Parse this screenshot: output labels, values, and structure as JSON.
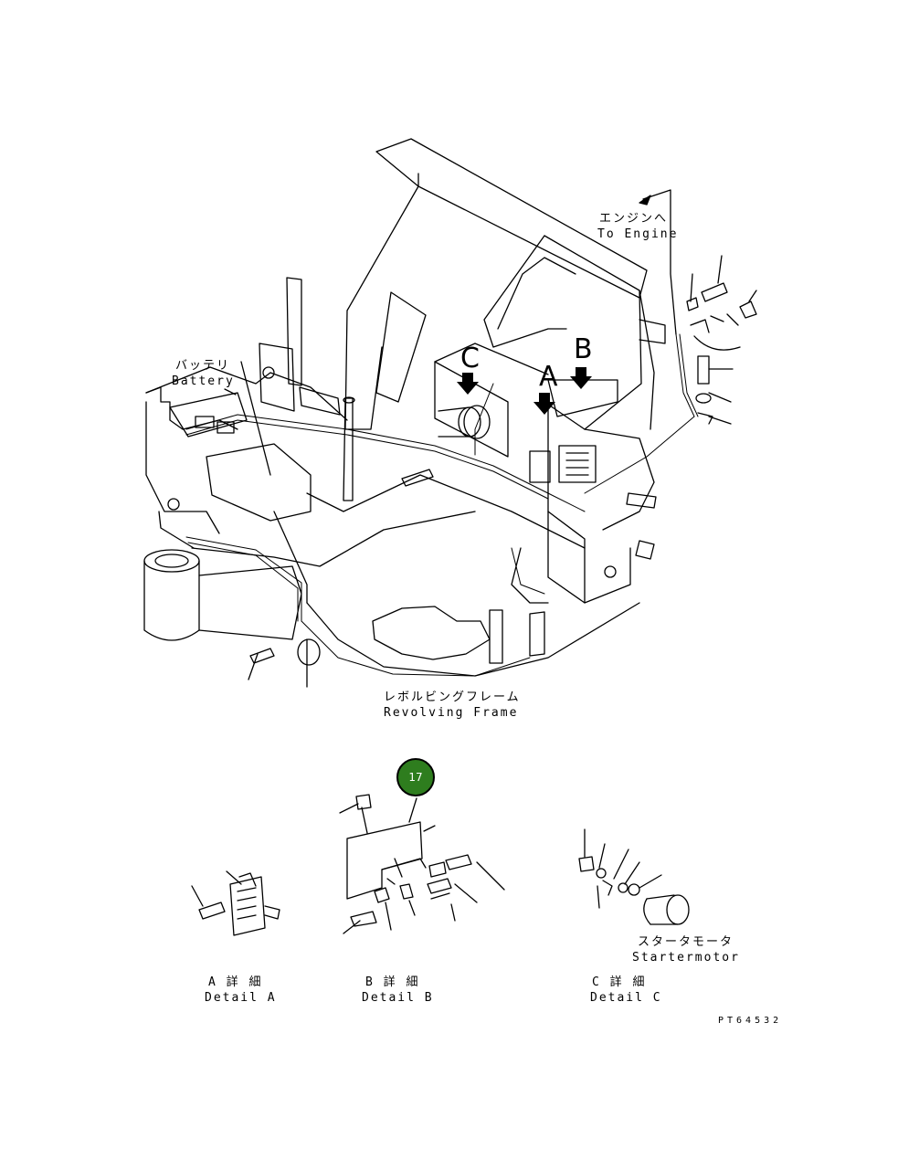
{
  "labels": {
    "to_engine_jp": "エンジンへ",
    "to_engine_en": "To Engine",
    "battery_jp": "バッテリ",
    "battery_en": "Battery",
    "frame_jp": "レボルビングフレーム",
    "frame_en": "Revolving Frame",
    "starter_jp": "スタータモータ",
    "starter_en": "Startermotor",
    "detail_a_jp": "A 詳 細",
    "detail_a_en": "Detail A",
    "detail_b_jp": "B 詳 細",
    "detail_b_en": "Detail B",
    "detail_c_jp": "C 詳 細",
    "detail_c_en": "Detail C",
    "drawing_code": "PT64532"
  },
  "view_markers": {
    "a": "A",
    "b": "B",
    "c": "C"
  },
  "callout": {
    "number": "17",
    "color": "#2e7d1e"
  }
}
